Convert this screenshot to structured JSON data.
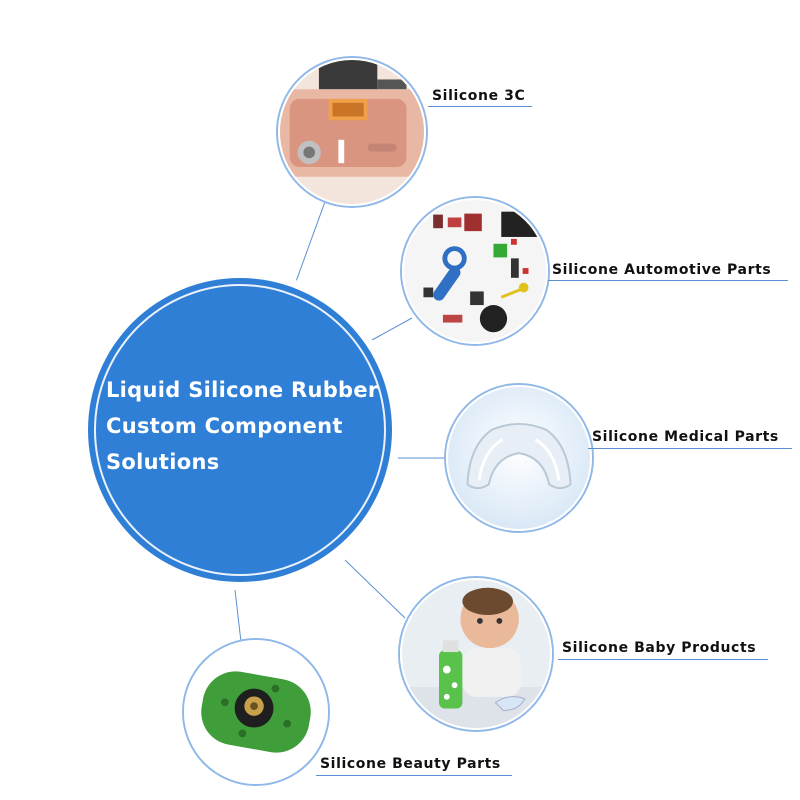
{
  "hub": {
    "lines": [
      "Liquid Silicone Rubber",
      "Custom Component",
      "Solutions"
    ]
  },
  "products": [
    {
      "label": "Silicone 3C",
      "icon": "phone-internals-icon"
    },
    {
      "label": "Silicone Automotive Parts",
      "icon": "automotive-parts-icon"
    },
    {
      "label": "Silicone Medical Parts",
      "icon": "mouthguard-icon"
    },
    {
      "label": "Silicone Baby Products",
      "icon": "baby-bottle-icon"
    },
    {
      "label": "Silicone Beauty Parts",
      "icon": "green-gasket-icon"
    }
  ],
  "colors": {
    "hub_blue": "#2f7fd6",
    "link_blue": "#5b8fd0",
    "label_text": "#111111"
  }
}
